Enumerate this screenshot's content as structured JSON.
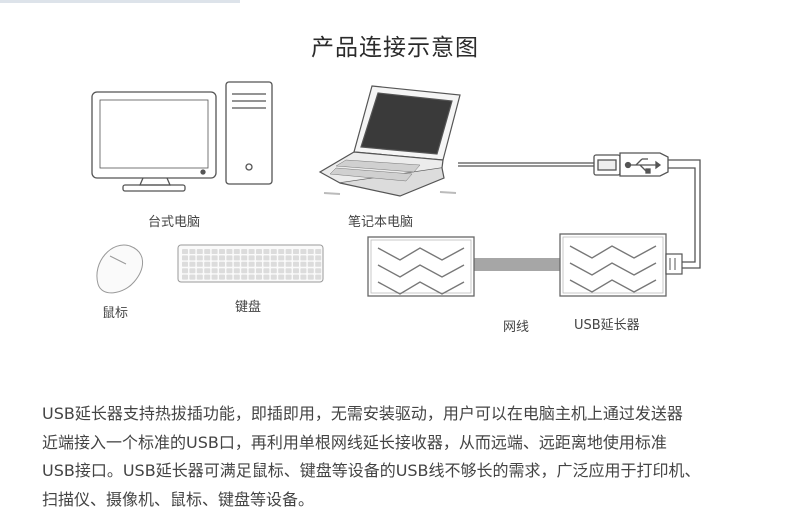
{
  "title": "产品连接示意图",
  "labels": {
    "desktop": "台式电脑",
    "laptop": "笔记本电脑",
    "mouse": "鼠标",
    "keyboard": "键盘",
    "network_cable": "网线",
    "extender": "USB延长器"
  },
  "description": [
    "USB延长器支持热拔插功能，即插即用，无需安装驱动，用户可以在电脑主机上通过发送器",
    "近端接入一个标准的USB口，再利用单根网线延长接收器，从而远端、远距离地使用标准",
    "USB接口。USB延长器可满足鼠标、键盘等设备的USB线不够长的需求，广泛应用于打印机、",
    "扫描仪、摄像机、鼠标、键盘等设备。"
  ],
  "icons": [
    "desktop-monitor-icon",
    "desktop-tower-icon",
    "laptop-icon",
    "usb-plug-icon",
    "mouse-icon",
    "keyboard-icon",
    "transmitter-icon",
    "receiver-icon"
  ],
  "colors": {
    "cable": "#a6a6a6",
    "outline": "#555555",
    "text": "#444444"
  }
}
